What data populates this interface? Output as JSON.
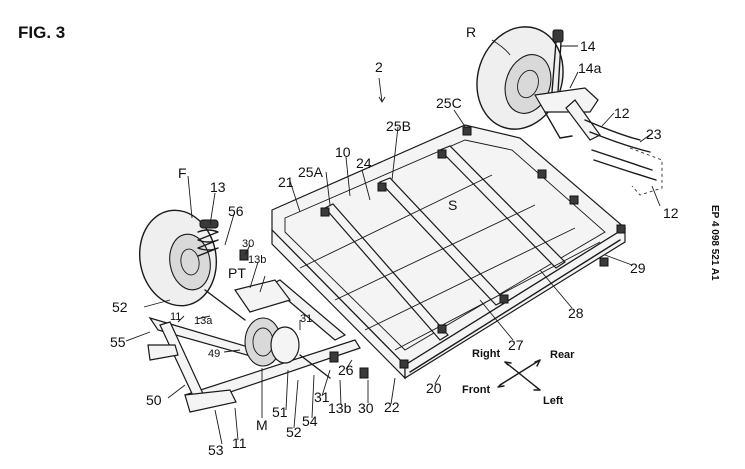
{
  "figure": {
    "title": "FIG. 3",
    "publication_number": "EP 4 098 521 A1"
  },
  "labels": {
    "l_2": "2",
    "l_R": "R",
    "l_14": "14",
    "l_14a": "14a",
    "l_12a": "12",
    "l_12b": "12",
    "l_23": "23",
    "l_25C": "25C",
    "l_25B": "25B",
    "l_25A": "25A",
    "l_10": "10",
    "l_24": "24",
    "l_21": "21",
    "l_S": "S",
    "l_F": "F",
    "l_13": "13",
    "l_56": "56",
    "l_30a": "30",
    "l_13b_a": "13b",
    "l_PT": "PT",
    "l_52a": "52",
    "l_11a": "11",
    "l_13a": "13a",
    "l_55": "55",
    "l_31a": "31",
    "l_49": "49",
    "l_50": "50",
    "l_M": "M",
    "l_51": "51",
    "l_52b": "52",
    "l_54": "54",
    "l_31b": "31",
    "l_13b_b": "13b",
    "l_26": "26",
    "l_30b": "30",
    "l_22": "22",
    "l_20": "20",
    "l_53": "53",
    "l_11b": "11",
    "l_27": "27",
    "l_28": "28",
    "l_29": "29"
  },
  "directions": {
    "right": "Right",
    "rear": "Rear",
    "front": "Front",
    "left": "Left"
  }
}
